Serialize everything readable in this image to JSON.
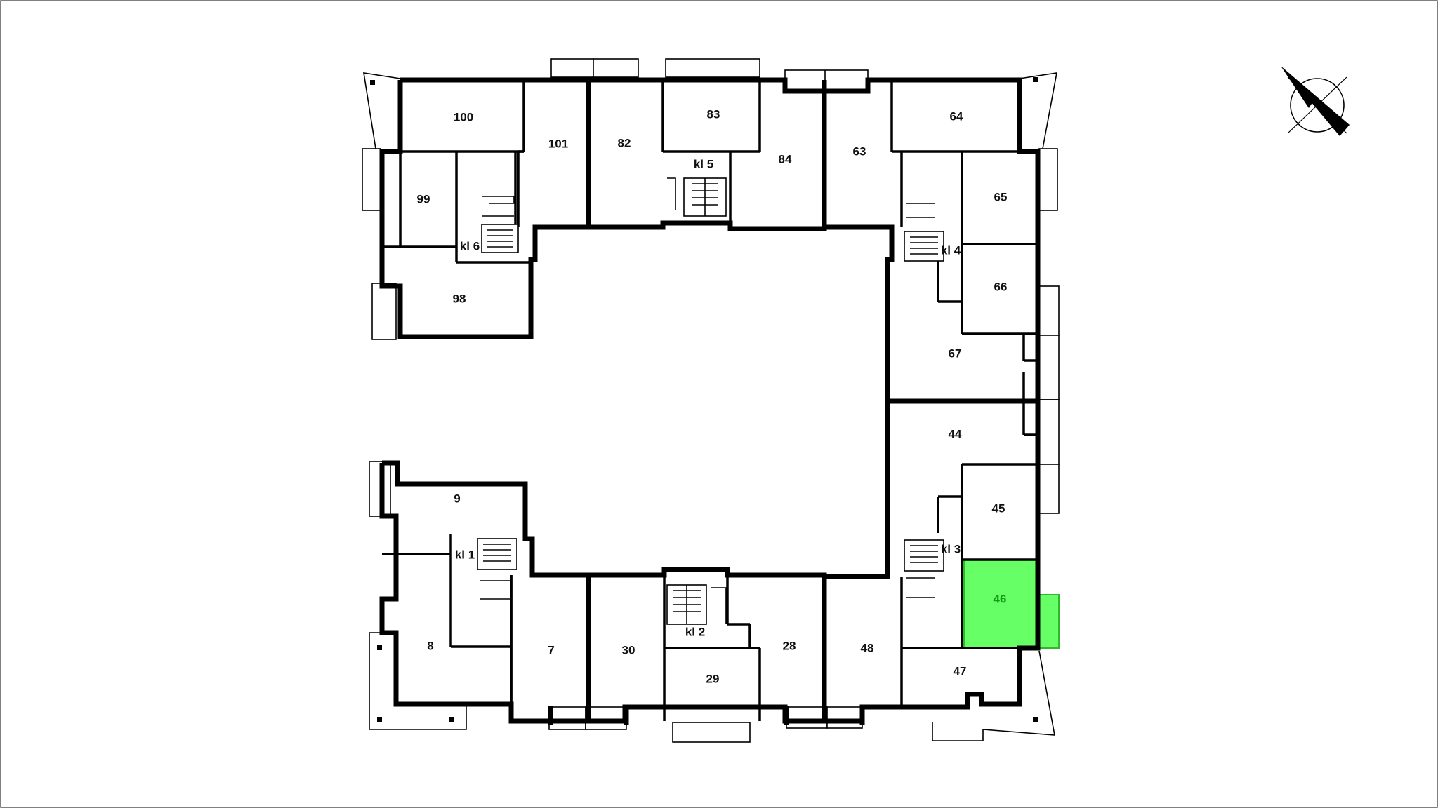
{
  "plan": {
    "units": [
      {
        "id": "u100",
        "label": "100"
      },
      {
        "id": "u101",
        "label": "101"
      },
      {
        "id": "u82",
        "label": "82"
      },
      {
        "id": "u83",
        "label": "83"
      },
      {
        "id": "u84",
        "label": "84"
      },
      {
        "id": "u63",
        "label": "63"
      },
      {
        "id": "u64",
        "label": "64"
      },
      {
        "id": "u65",
        "label": "65"
      },
      {
        "id": "u66",
        "label": "66"
      },
      {
        "id": "u67",
        "label": "67"
      },
      {
        "id": "u44",
        "label": "44"
      },
      {
        "id": "u45",
        "label": "45"
      },
      {
        "id": "u46",
        "label": "46"
      },
      {
        "id": "u47",
        "label": "47"
      },
      {
        "id": "u48",
        "label": "48"
      },
      {
        "id": "u28",
        "label": "28"
      },
      {
        "id": "u29",
        "label": "29"
      },
      {
        "id": "u30",
        "label": "30"
      },
      {
        "id": "u7",
        "label": "7"
      },
      {
        "id": "u8",
        "label": "8"
      },
      {
        "id": "u9",
        "label": "9"
      },
      {
        "id": "u99",
        "label": "99"
      },
      {
        "id": "u98",
        "label": "98"
      }
    ],
    "stairwells": [
      {
        "id": "kl1",
        "label": "kl 1"
      },
      {
        "id": "kl2",
        "label": "kl 2"
      },
      {
        "id": "kl3",
        "label": "kl 3"
      },
      {
        "id": "kl4",
        "label": "kl 4"
      },
      {
        "id": "kl5",
        "label": "kl 5"
      },
      {
        "id": "kl6",
        "label": "kl 6"
      }
    ],
    "highlighted_unit": "46",
    "highlight_color": "#66ff66",
    "highlight_border": "#2fb82f",
    "highlight_text_color": "#159a15",
    "compass": "north-arrow-icon"
  }
}
